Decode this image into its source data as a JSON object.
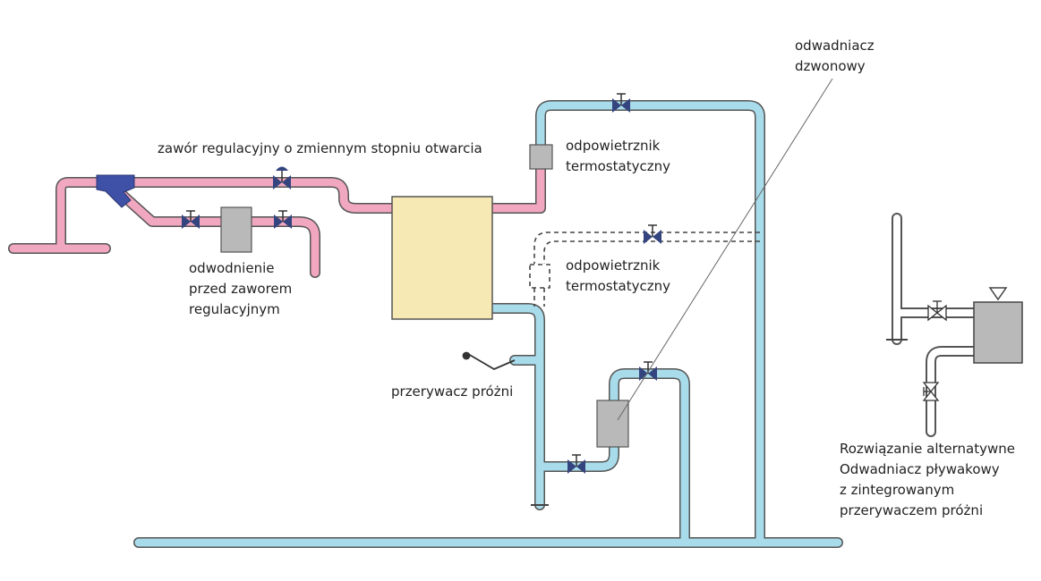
{
  "labels": {
    "control_valve": "zawór regulacyjny o zmiennym stopniu otwarcia",
    "drain_before_1": "odwodnienie",
    "drain_before_2": "przed zaworem",
    "drain_before_3": "regulacyjnym",
    "vent_top_1": "odpowietrznik",
    "vent_top_2": "termostatyczny",
    "vent_mid_1": "odpowietrznik",
    "vent_mid_2": "termostatyczny",
    "bell_trap_1": "odwadniacz",
    "bell_trap_2": "dzwonowy",
    "vacuum_breaker": "przerywacz próżni",
    "alt_1": "Rozwiązanie alternatywne",
    "alt_2": "Odwadniacz pływakowy",
    "alt_3": "z zintegrowanym",
    "alt_4": "przerywaczem próżni"
  },
  "colors": {
    "steam_pipe": "#f1a7c0",
    "condensate_pipe": "#a9dceb",
    "pipe_outline": "#555555",
    "heat_exchanger": "#f7e9b4",
    "device_gray": "#b9b9b9",
    "strainer_blue": "#3f51a6",
    "valve_blue": "#33447f"
  }
}
